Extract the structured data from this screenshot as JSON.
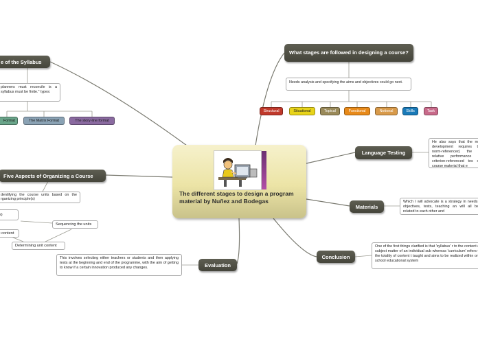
{
  "central": {
    "title": "The different stages to design a program material by Nuñez and Bodegas",
    "picture_icon": "person-at-computer-icon"
  },
  "stages": {
    "title": "What stages are followed in designing a course?",
    "note": "Needs analysis and specifying the aims and objectives could go next.",
    "chips": [
      {
        "label": "Structural",
        "color": "#c0392b",
        "text_color": "#ffffff"
      },
      {
        "label": "Situational",
        "color": "#e8d41a",
        "text_color": "#222222"
      },
      {
        "label": "Topical",
        "color": "#9a8a5a",
        "text_color": "#ffffff"
      },
      {
        "label": "Functional",
        "color": "#e88a1a",
        "text_color": "#ffffff"
      },
      {
        "label": "Notional",
        "color": "#d89a4a",
        "text_color": "#ffffff"
      },
      {
        "label": "Skills",
        "color": "#1a7ab8",
        "text_color": "#ffffff"
      },
      {
        "label": "Task",
        "color": "#c86a8a",
        "text_color": "#ffffff"
      }
    ]
  },
  "language_testing": {
    "title": "Language Testing",
    "note": "He also says that the me development requires th norm-referenced, the c relative performance o criterion-referenced tes of course material that e"
  },
  "materials": {
    "title": "Materials",
    "note": "Which I will advocate is a strategy in needs, objectives, tests, teaching an will all be related to each other and"
  },
  "conclusion": {
    "title": "Conclusion",
    "note": "One of the first things clarified is that 'syllabus' r to the content or subject matter of an individual sub whereas 'curriculum' refers to the totality of content t taught and aims to be realized within one school educational system"
  },
  "evaluation": {
    "title": "Evaluation",
    "note": "This involves selecting either teachers or students and then applying tests at the beginning and end of the programme, with the aim of getting to know if a certain innovation produced any changes."
  },
  "syllabus": {
    "title": "e of the Syllabus",
    "note": "planners must reconcile is a syllabus must be finite.\" types:",
    "formats": [
      {
        "label": "Format",
        "color": "#6aa58a",
        "text_color": "#1a1a1a"
      },
      {
        "label": "The Matrix Format",
        "color": "#8aa2b4",
        "text_color": "#1a1a1a"
      },
      {
        "label": "The story-line format",
        "color": "#8a6aa0",
        "text_color": "#1a1a1a"
      }
    ]
  },
  "five_aspects": {
    "title": "Five Aspects of Organizing a Course",
    "items": [
      "dentifying the course units based on the rganizing principle(s)",
      "s)",
      "Sequencing the units",
      "t content",
      "Determining unit content"
    ]
  }
}
